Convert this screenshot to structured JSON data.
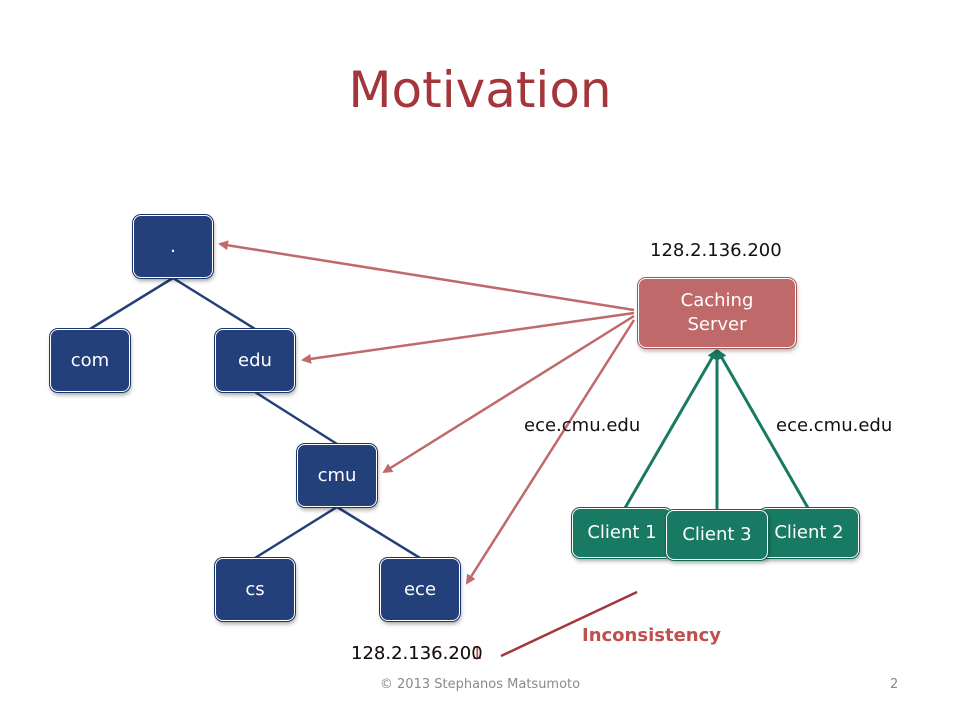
{
  "title": "Motivation",
  "colors": {
    "title": "#a4363b",
    "dns_node": "#23407a",
    "client_node": "#187a62",
    "caching_server": "#c0696a",
    "query_arrow": "#c0696a",
    "client_arrow": "#187a62",
    "inconsistency": "#c0504d"
  },
  "dns_tree": {
    "root": ".",
    "com": "com",
    "edu": "edu",
    "cmu": "cmu",
    "cs": "cs",
    "ece": "ece"
  },
  "caching_server": {
    "label": "Caching Server",
    "ip": "128.2.136.200"
  },
  "clients": {
    "client1": "Client 1",
    "client2": "Client 2",
    "client3": "Client 3"
  },
  "query_labels": {
    "left": "ece.cmu.edu",
    "right": "ece.cmu.edu"
  },
  "ece_ip": {
    "new": "128.2.136.201",
    "old": "128.2.136.200"
  },
  "inconsistency_label": "Inconsistency",
  "footer": {
    "copyright": "© 2013 Stephanos Matsumoto",
    "page": "2"
  }
}
